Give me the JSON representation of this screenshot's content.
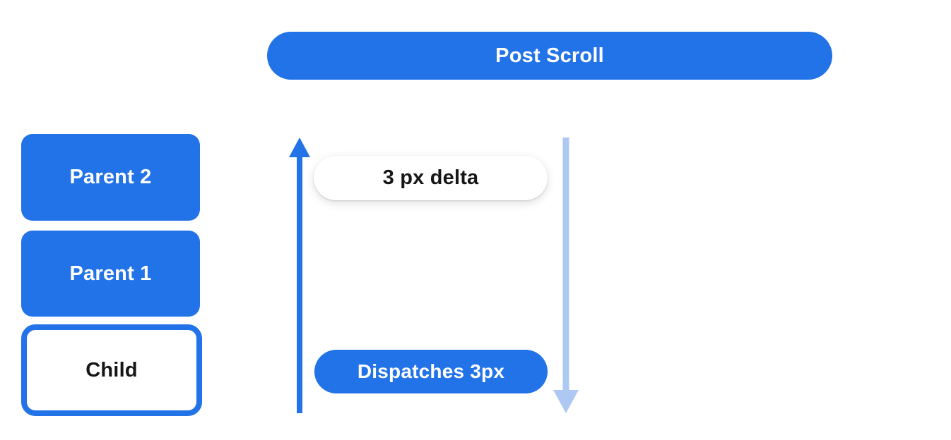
{
  "diagram": {
    "title": "Post Scroll",
    "boxes": [
      {
        "id": "parent-2",
        "label": "Parent 2",
        "style": "filled-blue"
      },
      {
        "id": "parent-1",
        "label": "Parent 1",
        "style": "filled-blue"
      },
      {
        "id": "child",
        "label": "Child",
        "style": "outlined-blue"
      }
    ],
    "annotations": [
      {
        "id": "delta-pill",
        "label": "3 px delta",
        "style": "white-pill"
      },
      {
        "id": "dispatch-pill",
        "label": "Dispatches 3px",
        "style": "blue-pill"
      }
    ],
    "arrows": [
      {
        "id": "up-arrow",
        "direction": "up",
        "color": "#2272e8"
      },
      {
        "id": "down-arrow",
        "direction": "down",
        "color": "#adc8f2"
      }
    ],
    "colors": {
      "primary_blue": "#2272e8",
      "light_blue": "#adc8f2",
      "background": "#ffffff",
      "text_on_blue": "#ffffff",
      "text_dark": "#161616"
    }
  }
}
